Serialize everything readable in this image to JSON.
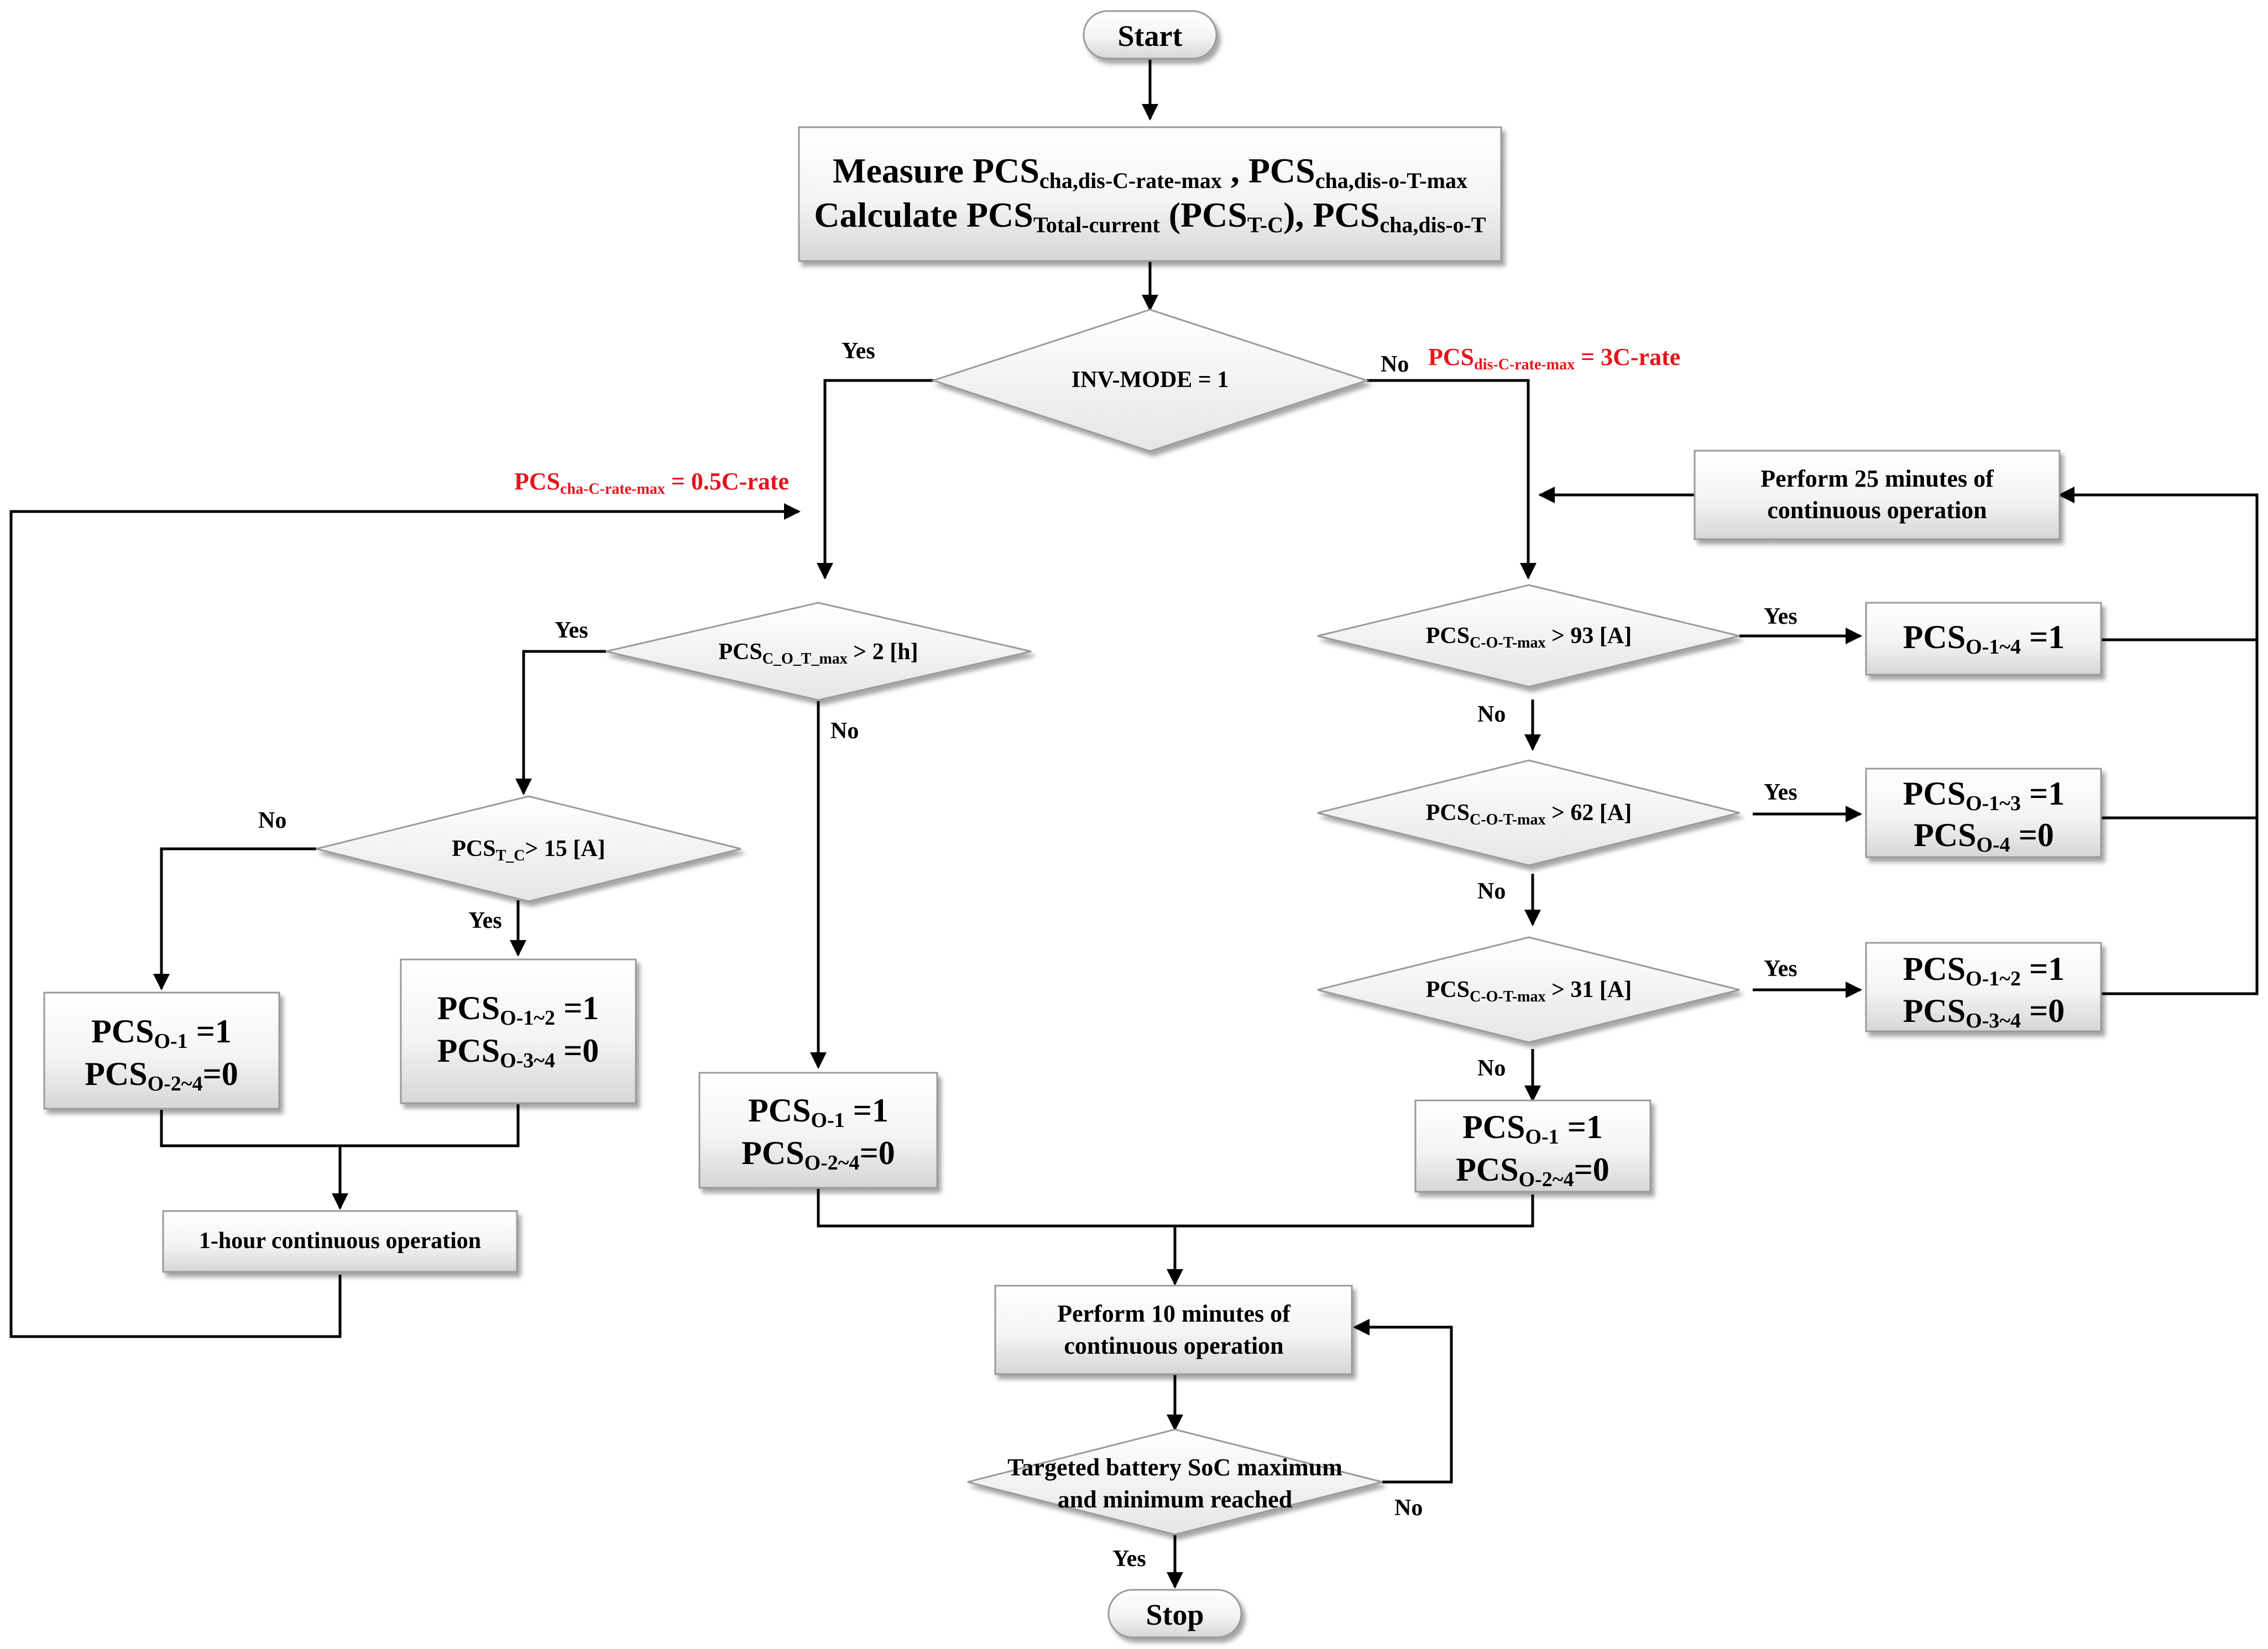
{
  "start": "Start",
  "stop": "Stop",
  "measure": {
    "measure_word": "Measure",
    "pcs": "PCS",
    "sub1": "cha,dis-C-rate-max",
    "sep": " , ",
    "sub2": "cha,dis-o-T-max",
    "calc_word": "Calculate",
    "sub3": "Total-current",
    "paren_open": " (PCS",
    "sub4": "T-C",
    "paren_close": "),",
    "sub5": "cha,dis-o-T"
  },
  "inv_mode": "INV-MODE = 1",
  "labels": {
    "yes": "Yes",
    "no": "No"
  },
  "red_discharge": {
    "pcs": "PCS",
    "sub": "dis-C-rate-max",
    "value": " = 3C-rate"
  },
  "red_charge": {
    "pcs": "PCS",
    "sub": "cha-C-rate-max",
    "value": " = 0.5C-rate"
  },
  "perform_25": {
    "line1": "Perform 25 minutes of",
    "line2": "continuous operation"
  },
  "perform_10": {
    "line1": "Perform 10 minutes of",
    "line2": "continuous operation"
  },
  "one_hour": "1-hour continuous operation",
  "cond_cot": {
    "pcs": "PCS",
    "sub": "C_O_T_max",
    "rest": "> 2 [h]"
  },
  "cond_tc": {
    "pcs": "PCS",
    "sub": "T_C",
    "rest": "> 15 [A]"
  },
  "cond_93": {
    "pcs": "PCS",
    "sub": "C-O-T-max",
    "rest": "> 93 [A]"
  },
  "cond_62": {
    "pcs": "PCS",
    "sub": "C-O-T-max",
    "rest": "> 62 [A]"
  },
  "cond_31": {
    "pcs": "PCS",
    "sub": "C-O-T-max",
    "rest": "> 31 [A]"
  },
  "soc": {
    "line1": "Targeted battery SoC maximum",
    "line2": "and minimum reached"
  },
  "out": {
    "pcs": "PCS",
    "o1": "O-1",
    "o12": "O-1~2",
    "o13": "O-1~3",
    "o14": "O-1~4",
    "o24": "O-2~4",
    "o34": "O-3~4",
    "o4": "O-4",
    "eq1": " =1",
    "eq0": " =0",
    "eq1b": " =1",
    "eq0b": "=0"
  }
}
